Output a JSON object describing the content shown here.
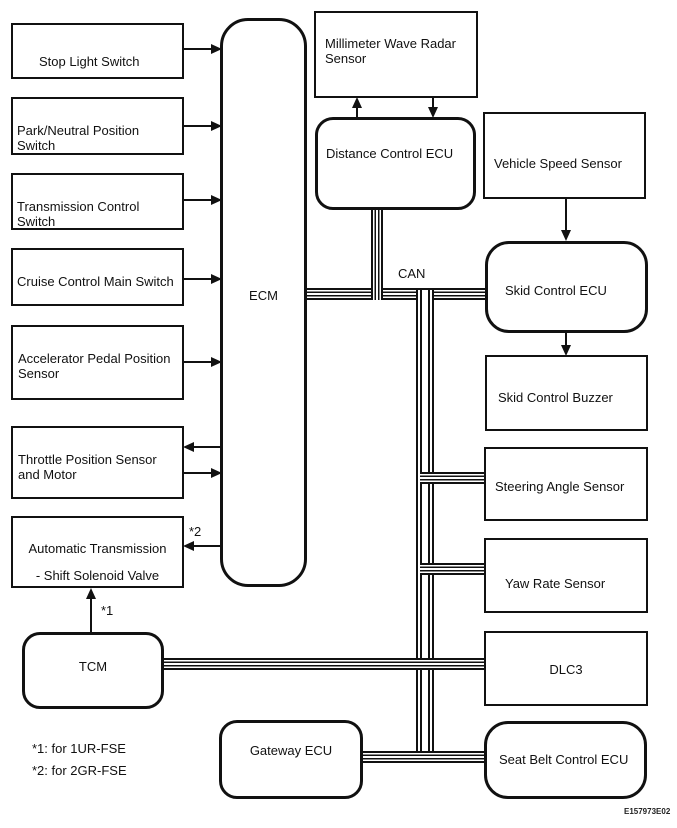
{
  "diagram": {
    "code": "E157973E02",
    "bus_label": "CAN",
    "markers": {
      "star1": "*1",
      "star2": "*2"
    },
    "notes": [
      "*1: for 1UR-FSE",
      "*2: for 2GR-FSE"
    ],
    "nodes": {
      "stop_light_switch": "Stop Light Switch",
      "park_neutral_position_switch": "Park/Neutral Position Switch",
      "transmission_control_switch": "Transmission Control Switch",
      "cruise_control_main_switch": "Cruise Control Main Switch",
      "accelerator_pedal_position_sensor": "Accelerator Pedal Position\nSensor",
      "throttle_position_sensor_and_motor": "Throttle Position Sensor\nand Motor",
      "automatic_transmission": "Automatic Transmission",
      "automatic_transmission_sub": "- Shift Solenoid Valve",
      "ecm": "ECM",
      "millimeter_wave_radar_sensor": "Millimeter Wave Radar\nSensor",
      "distance_control_ecu": "Distance Control ECU",
      "vehicle_speed_sensor": "Vehicle Speed Sensor",
      "skid_control_ecu": "Skid Control ECU",
      "skid_control_buzzer": "Skid Control Buzzer",
      "steering_angle_sensor": "Steering Angle Sensor",
      "yaw_rate_sensor": "Yaw Rate Sensor",
      "dlc3": "DLC3",
      "seat_belt_control_ecu": "Seat Belt Control ECU",
      "tcm": "TCM",
      "gateway_ecu": "Gateway ECU"
    }
  }
}
